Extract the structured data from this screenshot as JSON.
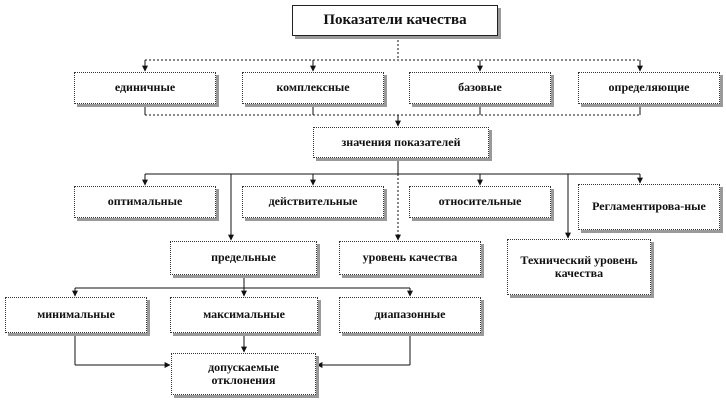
{
  "diagram": {
    "title": "Показатели качества",
    "level1": [
      "единичные",
      "комплексные",
      "базовые",
      "определяющие"
    ],
    "hub": "значения показателей",
    "level2": [
      "оптимальные",
      "действительные",
      "относительные",
      "Регламентирова-ные"
    ],
    "level3": [
      "предельные",
      "уровень качества",
      "Технический уровень качества"
    ],
    "level4": [
      "минимальные",
      "максимальные",
      "диапазонные"
    ],
    "result": "допускаемые отклонения"
  }
}
